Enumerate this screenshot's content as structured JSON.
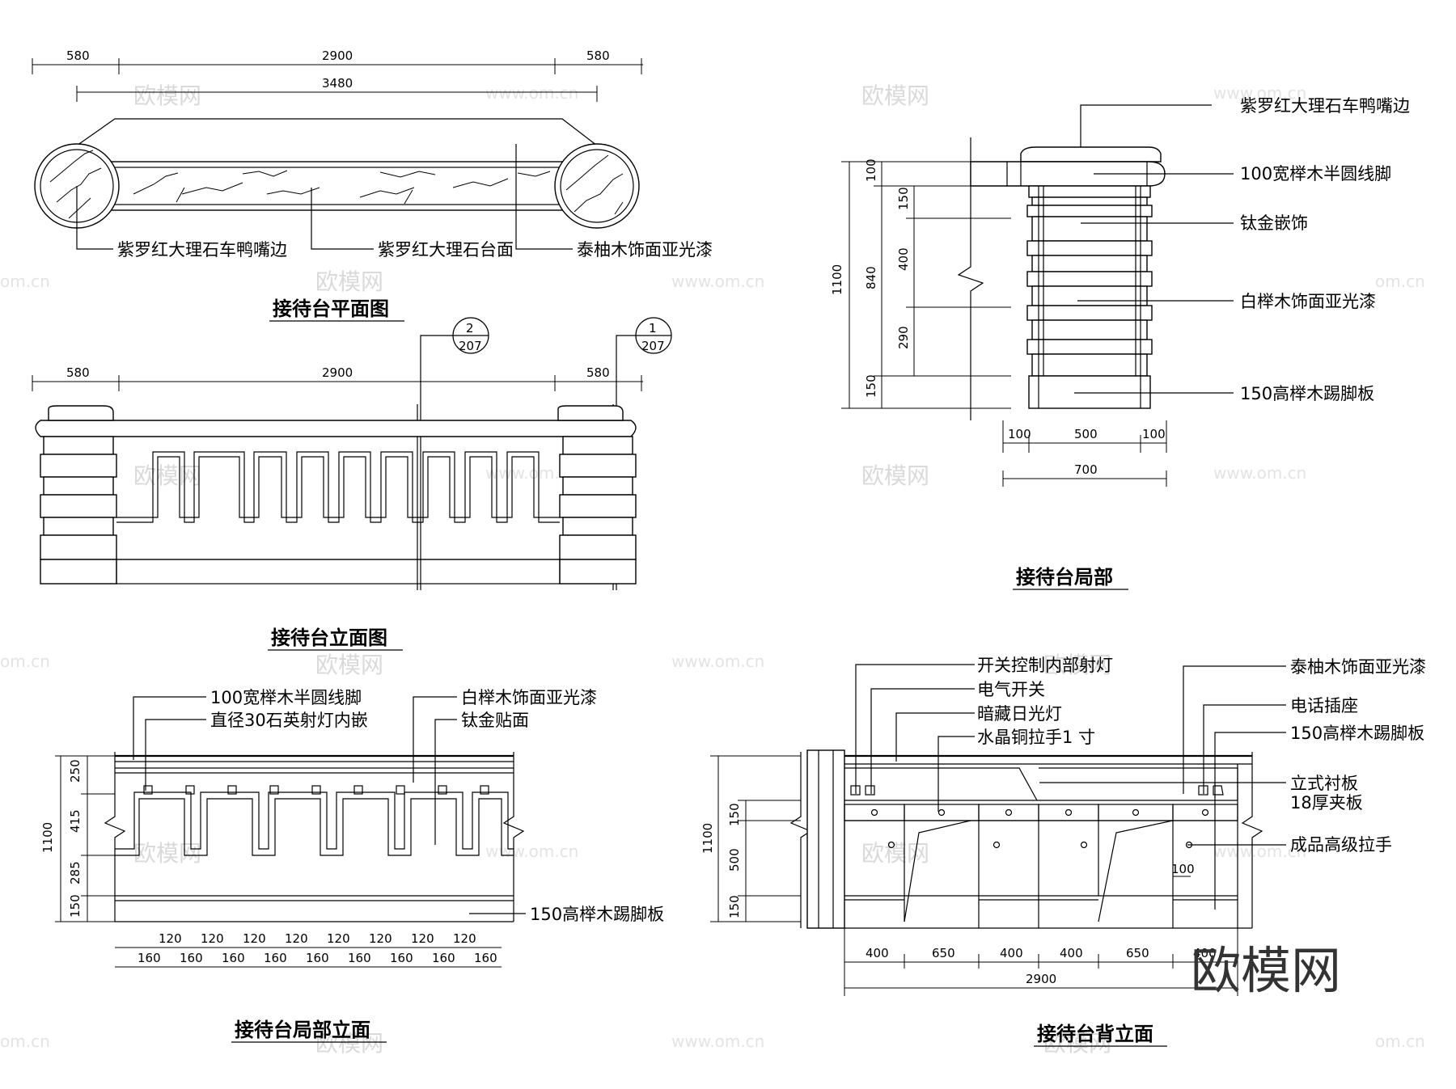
{
  "plan": {
    "dims_top": [
      "580",
      "2900",
      "580"
    ],
    "dim_total": "3480",
    "labels": [
      "紫罗红大理石车鸭嘴边",
      "紫罗红大理石台面",
      "泰柚木饰面亚光漆"
    ],
    "title": "接待台平面图"
  },
  "elevation": {
    "dims_top": [
      "580",
      "2900",
      "580"
    ],
    "callouts": [
      {
        "number": "2",
        "sheet": "207"
      },
      {
        "number": "1",
        "sheet": "207"
      }
    ],
    "title": "接待台立面图"
  },
  "section": {
    "dims_left": {
      "total": "1100",
      "mid": "840",
      "parts": [
        "100",
        "150",
        "400",
        "290",
        "150"
      ]
    },
    "dims_bottom": {
      "parts": [
        "100",
        "500",
        "100"
      ],
      "total": "700"
    },
    "labels": [
      "紫罗红大理石车鸭嘴边",
      "100宽榉木半圆线脚",
      "钛金嵌饰",
      "白榉木饰面亚光漆",
      "150高榉木踢脚板"
    ],
    "title": "接待台局部"
  },
  "partial_elevation": {
    "labels": [
      "100宽榉木半圆线脚",
      "直径30石英射灯内嵌",
      "白榉木饰面亚光漆",
      "钛金贴面",
      "150高榉木踢脚板"
    ],
    "dims_left": {
      "total": "1100",
      "parts": [
        "250",
        "415",
        "285",
        "150"
      ]
    },
    "dims_bottom_upper": [
      "120",
      "120",
      "120",
      "120",
      "120",
      "120",
      "120",
      "120"
    ],
    "dims_bottom_lower": [
      "160",
      "160",
      "160",
      "160",
      "160",
      "160",
      "160",
      "160",
      "160"
    ],
    "title": "接待台局部立面"
  },
  "back_elevation": {
    "labels_left": [
      "开关控制内部射灯",
      "电气开关",
      "暗藏日光灯",
      "水晶铜拉手1 寸"
    ],
    "labels_right": [
      "泰柚木饰面亚光漆",
      "电话插座",
      "150高榉木踢脚板",
      "立式衬板",
      "18厚夹板",
      "成品高级拉手"
    ],
    "dims_left": {
      "total": "1100",
      "parts": [
        "150",
        "500",
        "150"
      ]
    },
    "dim_handle": "100",
    "dims_bottom": [
      "400",
      "650",
      "400",
      "400",
      "650",
      "400"
    ],
    "dim_total": "2900",
    "title": "接待台背立面"
  },
  "watermarks": {
    "brand": "欧模网",
    "url": "www.om.cn",
    "url_short": "om.cn"
  },
  "logo": "欧模网"
}
